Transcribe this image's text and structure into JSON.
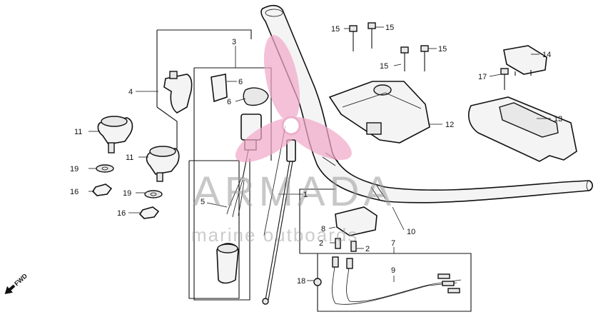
{
  "watermark": {
    "title": "ARMADA",
    "subtitle": "marine outboards",
    "logo": "pink-propeller-logo"
  },
  "fwd_label": "FWD",
  "callouts": [
    {
      "id": "c1",
      "text": "1"
    },
    {
      "id": "c2a",
      "text": "2"
    },
    {
      "id": "c2b",
      "text": "2"
    },
    {
      "id": "c3",
      "text": "3"
    },
    {
      "id": "c4",
      "text": "4"
    },
    {
      "id": "c5",
      "text": "5"
    },
    {
      "id": "c6a",
      "text": "6"
    },
    {
      "id": "c6b",
      "text": "6"
    },
    {
      "id": "c7",
      "text": "7"
    },
    {
      "id": "c8",
      "text": "8"
    },
    {
      "id": "c9",
      "text": "9"
    },
    {
      "id": "c10",
      "text": "10"
    },
    {
      "id": "c11a",
      "text": "11"
    },
    {
      "id": "c11b",
      "text": "11"
    },
    {
      "id": "c12",
      "text": "12"
    },
    {
      "id": "c13",
      "text": "13"
    },
    {
      "id": "c14",
      "text": "14"
    },
    {
      "id": "c15a",
      "text": "15"
    },
    {
      "id": "c15b",
      "text": "15"
    },
    {
      "id": "c15c",
      "text": "15"
    },
    {
      "id": "c15d",
      "text": "15"
    },
    {
      "id": "c16a",
      "text": "16"
    },
    {
      "id": "c16b",
      "text": "16"
    },
    {
      "id": "c17",
      "text": "17"
    },
    {
      "id": "c18",
      "text": "18"
    },
    {
      "id": "c19a",
      "text": "19"
    },
    {
      "id": "c19b",
      "text": "19"
    }
  ]
}
